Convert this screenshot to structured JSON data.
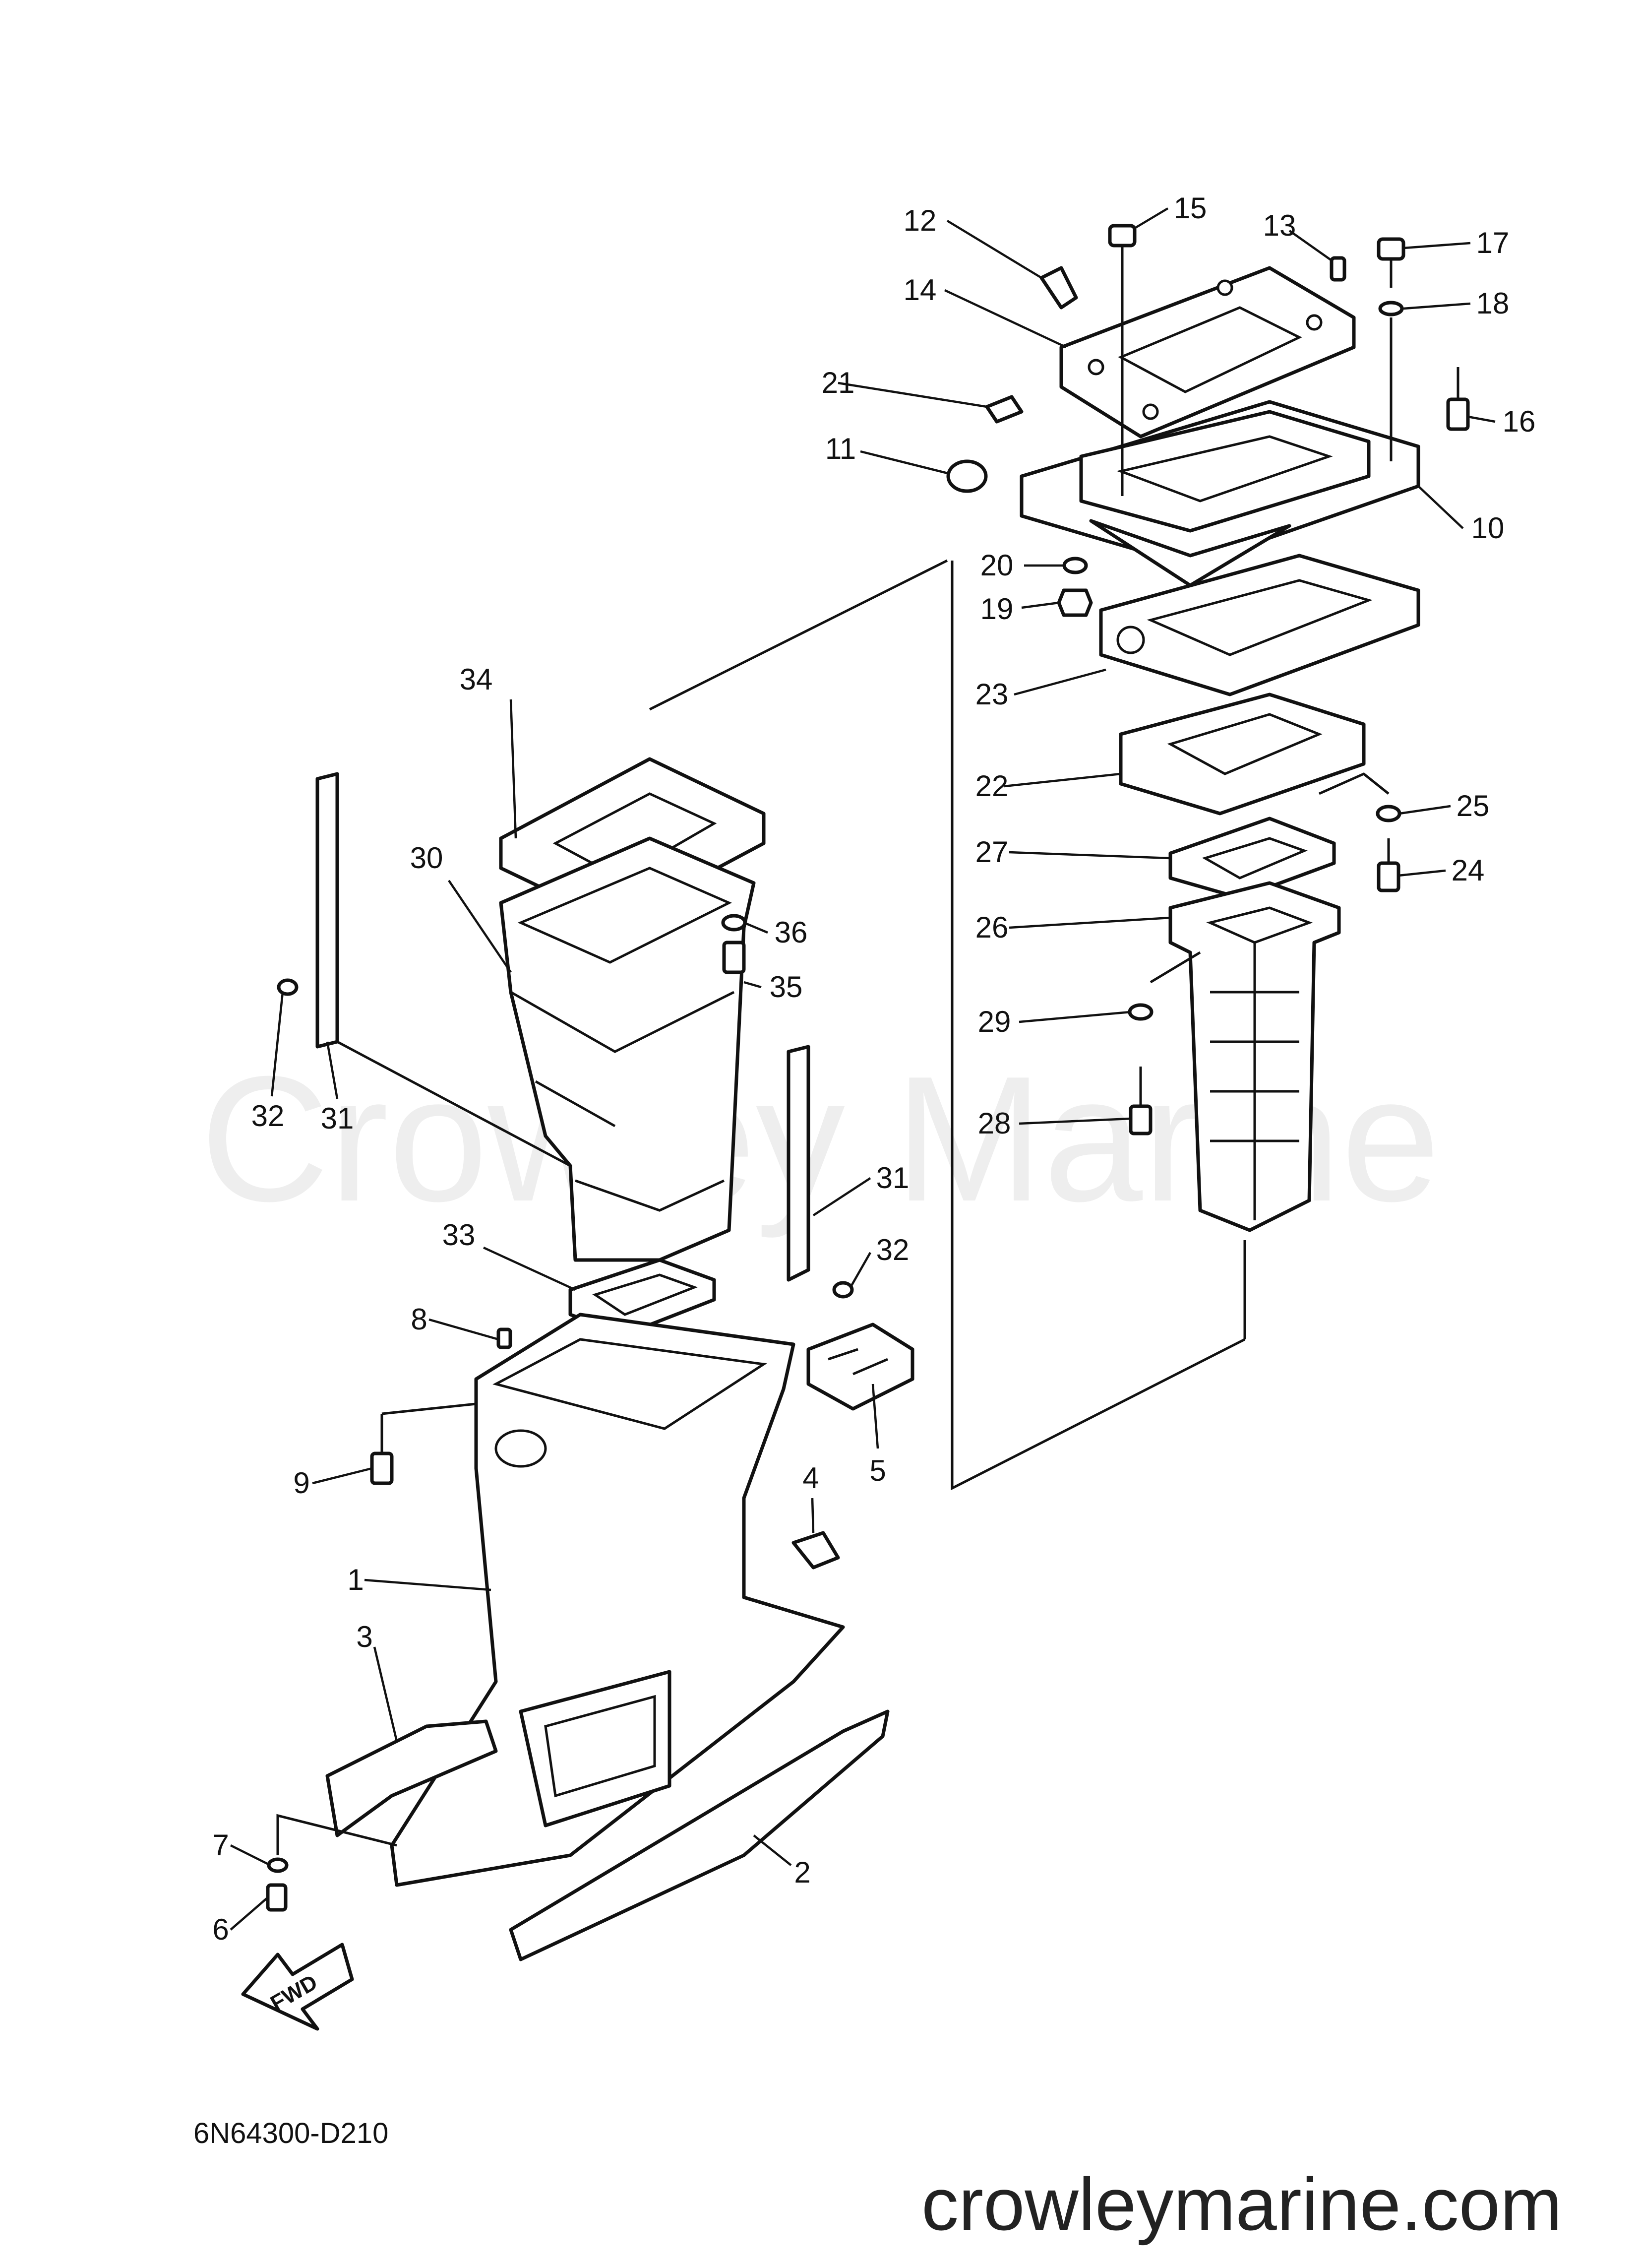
{
  "drawing_code": "6N64300-D210",
  "watermark": "Crowley Marine",
  "website": "crowleymarine.com",
  "fwd_label": "FWD",
  "callouts": [
    "1",
    "2",
    "3",
    "4",
    "5",
    "6",
    "7",
    "8",
    "9",
    "10",
    "11",
    "12",
    "13",
    "14",
    "15",
    "16",
    "17",
    "18",
    "19",
    "20",
    "21",
    "22",
    "23",
    "24",
    "25",
    "26",
    "27",
    "28",
    "29",
    "30",
    "31",
    "32",
    "33",
    "34",
    "35",
    "36",
    "31",
    "32"
  ],
  "colors": {
    "line": "#111111",
    "watermark": "#eeeeee",
    "background": "#ffffff"
  }
}
